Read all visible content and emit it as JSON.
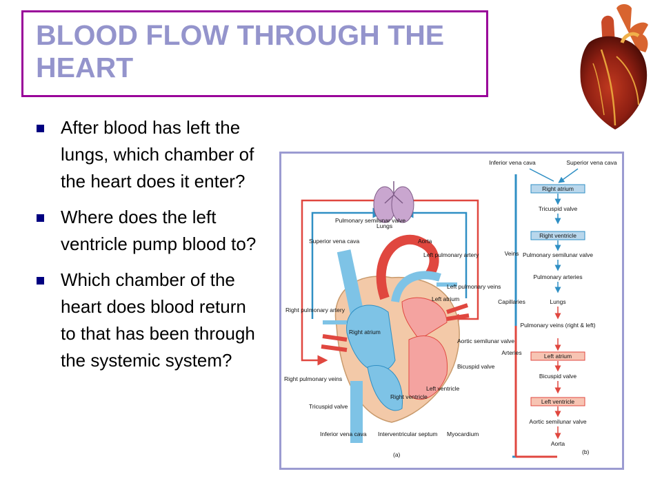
{
  "slide": {
    "title": "BLOOD FLOW THROUGH THE HEART",
    "bullets": [
      "After blood has left the lungs, which chamber of the heart does it enter?",
      "Where does the left ventricle pump blood to?",
      "Which chamber of the heart does blood return to that has been through the systemic system?"
    ]
  },
  "diagram_a": {
    "panel_label": "(a)",
    "labels": {
      "lungs": "Lungs",
      "pulmonary_semilunar_valve": "Pulmonary semilunar valve",
      "aorta": "Aorta",
      "superior_vena_cava": "Superior vena cava",
      "left_pulmonary_artery": "Left pulmonary artery",
      "left_pulmonary_veins": "Left pulmonary veins",
      "left_atrium": "Left atrium",
      "right_pulmonary_artery": "Right pulmonary artery",
      "right_atrium": "Right atrium",
      "aortic_semilunar_valve": "Aortic semilunar valve",
      "bicuspid_valve": "Bicuspid valve",
      "right_pulmonary_veins": "Right pulmonary veins",
      "left_ventricle": "Left ventricle",
      "right_ventricle": "Right ventricle",
      "tricuspid_valve": "Tricuspid valve",
      "inferior_vena_cava": "Inferior vena cava",
      "interventricular_septum": "Interventricular septum",
      "myocardium": "Myocardium"
    }
  },
  "diagram_b": {
    "panel_label": "(b)",
    "top_labels": [
      "Inferior vena cava",
      "Superior vena cava"
    ],
    "side_labels": [
      "Veins",
      "Capillaries",
      "Arteries"
    ],
    "sequence": [
      "Right atrium",
      "Tricuspid valve",
      "Right ventricle",
      "Pulmonary semilunar valve",
      "Pulmonary arteries",
      "Lungs",
      "Pulmonary veins (right & left)",
      "Left atrium",
      "Bicuspid valve",
      "Left ventricle",
      "Aortic semilunar valve",
      "Aorta"
    ]
  },
  "colors": {
    "title": "#9494cc",
    "title_border": "#990099",
    "bullet_square": "#000080",
    "figure_border": "#9b9bd1",
    "oxygenated": "#e0473f",
    "deoxygenated": "#2f8fc4"
  }
}
